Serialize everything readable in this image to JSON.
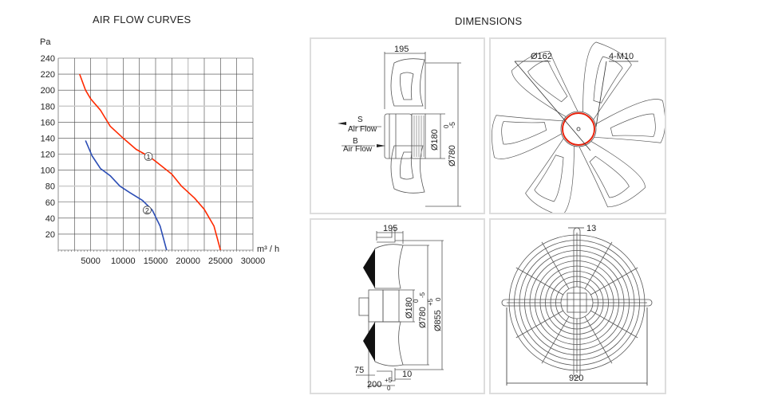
{
  "titles": {
    "left": "AIR FLOW CURVES",
    "right": "DIMENSIONS"
  },
  "chart_data": {
    "type": "line",
    "title": "AIR FLOW CURVES",
    "xlabel": "m³ / h",
    "ylabel": "Pa",
    "xlim": [
      0,
      30000
    ],
    "ylim": [
      0,
      240
    ],
    "xticks": [
      5000,
      10000,
      15000,
      20000,
      25000,
      30000
    ],
    "yticks": [
      20,
      40,
      60,
      80,
      100,
      120,
      140,
      160,
      180,
      200,
      220,
      240
    ],
    "grid": true,
    "series": [
      {
        "name": "1",
        "color": "#ff2a00",
        "points": [
          [
            3300,
            220
          ],
          [
            4200,
            200
          ],
          [
            5000,
            189
          ],
          [
            6500,
            175
          ],
          [
            8000,
            155
          ],
          [
            10000,
            140
          ],
          [
            12000,
            126
          ],
          [
            14000,
            117
          ],
          [
            15000,
            111
          ],
          [
            17500,
            95
          ],
          [
            19000,
            80
          ],
          [
            21000,
            65
          ],
          [
            22500,
            51
          ],
          [
            24000,
            30
          ],
          [
            25000,
            0
          ]
        ]
      },
      {
        "name": "2",
        "color": "#2b4db5",
        "points": [
          [
            4200,
            137
          ],
          [
            5200,
            118
          ],
          [
            6500,
            102
          ],
          [
            8000,
            93
          ],
          [
            9500,
            80
          ],
          [
            11000,
            72
          ],
          [
            13000,
            62
          ],
          [
            14500,
            50
          ],
          [
            15700,
            30
          ],
          [
            16700,
            0
          ]
        ]
      }
    ],
    "annotations": [
      {
        "text": "1",
        "x": 13900,
        "y": 117
      },
      {
        "text": "2",
        "x": 13700,
        "y": 50
      }
    ]
  },
  "dimensions": {
    "side": {
      "width": "195",
      "hub": "Ø180",
      "dia": "Ø780",
      "tol_top": "0",
      "tol_bot": "-5",
      "s_label": "S",
      "b_label": "B",
      "airflow": "Air Flow"
    },
    "front": {
      "hub": "Ø162",
      "bolts": "4-M10"
    },
    "side_guard": {
      "width": "195",
      "hub": "Ø180",
      "dia": "Ø780",
      "dia_tol_top": "0",
      "dia_tol_bot": "-5",
      "guard": "Ø855",
      "guard_tol_top": "+5",
      "guard_tol_bot": "0",
      "d75": "75",
      "d10": "10",
      "d200": "200",
      "d200_tol_top": "+5",
      "d200_tol_bot": "0"
    },
    "guard": {
      "width": "13",
      "dia": "920"
    }
  }
}
